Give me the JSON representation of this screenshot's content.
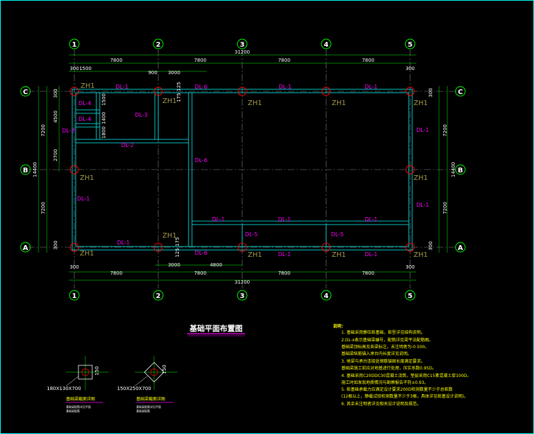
{
  "drawing": {
    "title": "基础平面布置图",
    "grid_x_labels": [
      "1",
      "2",
      "3",
      "4",
      "5"
    ],
    "grid_y_labels": [
      "C",
      "B",
      "A"
    ],
    "total_length": "31200",
    "bay_x": [
      "7800",
      "7800",
      "7800",
      "7800"
    ],
    "end_offset": "300",
    "top_sub_dims": [
      "300",
      "1500",
      "900",
      "3000"
    ],
    "bottom_sub_dims": [
      "3000",
      "4800"
    ],
    "total_height": "14400",
    "bay_y": [
      "7200",
      "7200"
    ],
    "left_sub_dims": [
      "300",
      "4500",
      "2700"
    ],
    "inner_dims": [
      "1500",
      "1400",
      "1800",
      "125",
      "175"
    ],
    "beams": {
      "dl1": "DL-1",
      "dl2": "DL-2",
      "dl3": "DL-3",
      "dl4": "DL-4",
      "dl5": "DL-5",
      "dl6": "DL-6"
    },
    "pile_label": "ZH1"
  },
  "details": [
    {
      "caption": "基础梁截面详图",
      "size": "180X130X700",
      "dim": "150",
      "note1": "基础梁配筋详见平面",
      "note2": "基础梁配筋"
    },
    {
      "caption": "基础梁截面详图",
      "size": "150X250X700",
      "dim": "150",
      "note1": "基础梁配筋详见平面",
      "note2": "基础梁配筋"
    }
  ],
  "notes": {
    "heading": "说明：",
    "lines": [
      "1. 基础采用静压桩基础，桩型详见结构说明。",
      "2.DL-x表示基础梁编号，配筋详见梁平法配筋图。",
      "   基础梁顶标高见各梁标注，未注明者为-0.500。",
      "   基础梁纵筋锚入承台内长度详见说明。",
      "3. 地梁与承台连接处钢筋锚固长度满足要求。",
      "   基础梁施工前应对地基进行处理，压实系数0.95D。",
      "4. 基础采用C20DDC30混凝土浇筑，垫层采用C15素混凝土厚100D。",
      "   施工时如发现地质情况与勘察报告不符±0.93。",
      "5. 桩基础承载力应满足设计要求200D检测数量不少于总桩数",
      "(12根以上，静载试验检测数量不少于3根，具体详见桩基设计说明)。",
      "6. 其余未注明者详见相关设计说明及规范。"
    ]
  },
  "colors": {
    "background": "#000000",
    "grid_axis": "#00ff00",
    "dimension": "#ffffff",
    "beam_outline": "#00ffff",
    "beam_label": "#ff00ff",
    "pile_circle": "#ff0000",
    "pile_label": "#a59a4a",
    "notes": "#ffff00"
  }
}
